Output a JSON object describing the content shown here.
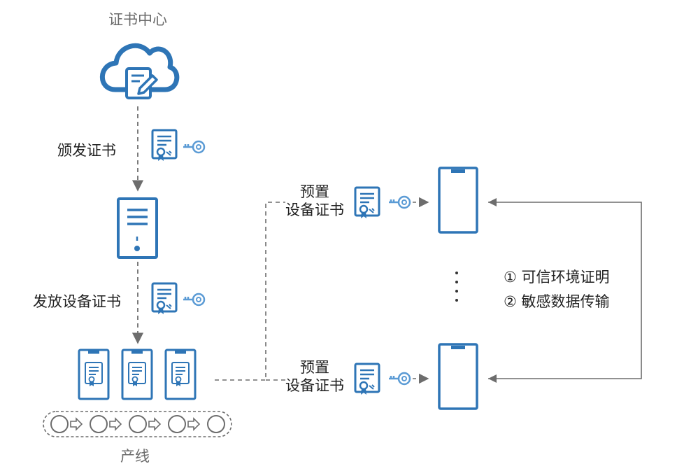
{
  "labels": {
    "cert_center": "证书中心",
    "issue_cert": "颁发证书",
    "distribute_device_cert": "发放设备证书",
    "production_line": "产线",
    "preset_line1": "预置",
    "preset_line2": "设备证书",
    "trusted_env": "① 可信环境证明",
    "sensitive_data": "② 敏感数据传输",
    "ellipsis": "⋮"
  },
  "colors": {
    "accent": "#2e75b6",
    "accent_light": "#5b9bd5",
    "connector": "#6d6d6d",
    "text": "#222222",
    "muted_text": "#6b6b6b"
  },
  "icons": [
    "cloud-document-icon",
    "certificate-icon",
    "key-icon",
    "server-icon",
    "phone-icon",
    "conveyor-belt-icon"
  ]
}
